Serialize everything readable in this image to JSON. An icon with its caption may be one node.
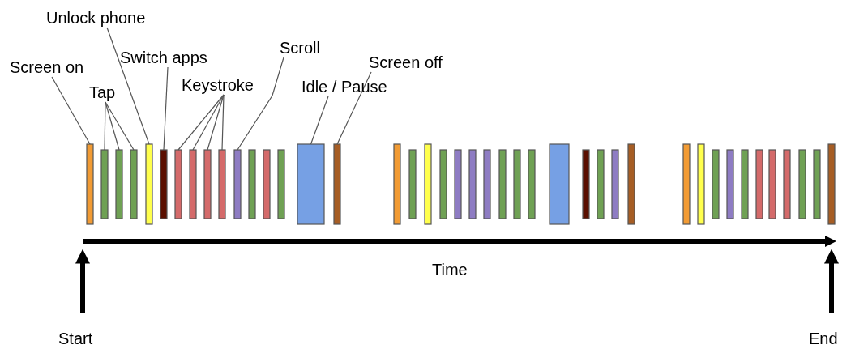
{
  "diagram": {
    "nodes": [
      {
        "text": [
          "Unlock phone"
        ]
      },
      {
        "text": [
          "Screen on"
        ]
      },
      {
        "text": [
          "Switch apps"
        ]
      },
      {
        "text": [
          "Scroll"
        ]
      },
      {
        "text": [
          "Tap"
        ]
      },
      {
        "text": [
          "Keystroke"
        ]
      },
      {
        "text": [
          "Idle / Pause"
        ]
      },
      {
        "text": [
          "Screen off"
        ]
      },
      {
        "text": [
          "Start"
        ]
      },
      {
        "text": [
          "End"
        ]
      },
      {
        "text": [],
        "shape": "bar"
      },
      {
        "text": [],
        "shape": "bar"
      },
      {
        "text": [],
        "shape": "bar"
      },
      {
        "text": [],
        "shape": "bar"
      },
      {
        "text": [],
        "shape": "bar"
      },
      {
        "text": [],
        "shape": "bar"
      },
      {
        "text": [],
        "shape": "bar"
      },
      {
        "text": [],
        "shape": "bar"
      },
      {
        "text": [],
        "shape": "bar"
      },
      {
        "text": [],
        "shape": "bar"
      },
      {
        "text": [],
        "shape": "bar"
      },
      {
        "text": [],
        "shape": "bar"
      },
      {
        "text": [],
        "shape": "bar"
      },
      {
        "text": [],
        "shape": "bar"
      },
      {
        "text": [],
        "shape": "bar"
      },
      {
        "text": [],
        "shape": "bar"
      },
      {
        "text": [],
        "shape": "bar"
      },
      {
        "text": [],
        "shape": "bar"
      },
      {
        "text": [],
        "shape": "bar"
      },
      {
        "text": [],
        "shape": "bar"
      },
      {
        "text": [],
        "shape": "bar"
      },
      {
        "text": [],
        "shape": "bar"
      },
      {
        "text": [],
        "shape": "bar"
      },
      {
        "text": [],
        "shape": "bar"
      },
      {
        "text": [],
        "shape": "bar"
      },
      {
        "text": [],
        "shape": "bar"
      },
      {
        "text": [],
        "shape": "bar"
      },
      {
        "text": [],
        "shape": "bar"
      },
      {
        "text": [],
        "shape": "bar"
      },
      {
        "text": [],
        "shape": "bar"
      },
      {
        "text": [],
        "shape": "bar"
      },
      {
        "text": [],
        "shape": "bar"
      },
      {
        "text": [],
        "shape": "bar"
      },
      {
        "text": [],
        "shape": "bar"
      },
      {
        "text": [],
        "shape": "bar"
      },
      {
        "text": [],
        "shape": "bar"
      },
      {
        "text": [],
        "shape": "bar"
      },
      {
        "text": [],
        "shape": "bar"
      },
      {
        "text": [],
        "shape": "bar"
      },
      {
        "text": [],
        "shape": "bar"
      },
      {
        "text": [],
        "shape": "bar"
      },
      {
        "text": [],
        "shape": "bar"
      }
    ],
    "edges": [
      {
        "from": 0,
        "to": 14,
        "arrow": "none"
      },
      {
        "from": 1,
        "to": 10,
        "arrow": "none"
      },
      {
        "from": 2,
        "to": 15,
        "arrow": "none"
      },
      {
        "from": 4,
        "to": 11,
        "arrow": "none"
      },
      {
        "from": 4,
        "to": 12,
        "arrow": "none"
      },
      {
        "from": 4,
        "to": 13,
        "arrow": "none"
      },
      {
        "from": 5,
        "to": 16,
        "arrow": "none"
      },
      {
        "from": 5,
        "to": 17,
        "arrow": "none"
      },
      {
        "from": 5,
        "to": 18,
        "arrow": "none"
      },
      {
        "from": 5,
        "to": 19,
        "arrow": "none"
      },
      {
        "from": 3,
        "to": 20,
        "arrow": "none"
      },
      {
        "from": 6,
        "to": 24,
        "arrow": "none"
      },
      {
        "from": 7,
        "to": 25,
        "arrow": "none"
      },
      {
        "from": 8,
        "to": null,
        "arrow": "to",
        "style": "thick"
      },
      {
        "from": 9,
        "to": null,
        "arrow": "to",
        "style": "thick"
      }
    ],
    "labels": [
      "Time"
    ]
  }
}
